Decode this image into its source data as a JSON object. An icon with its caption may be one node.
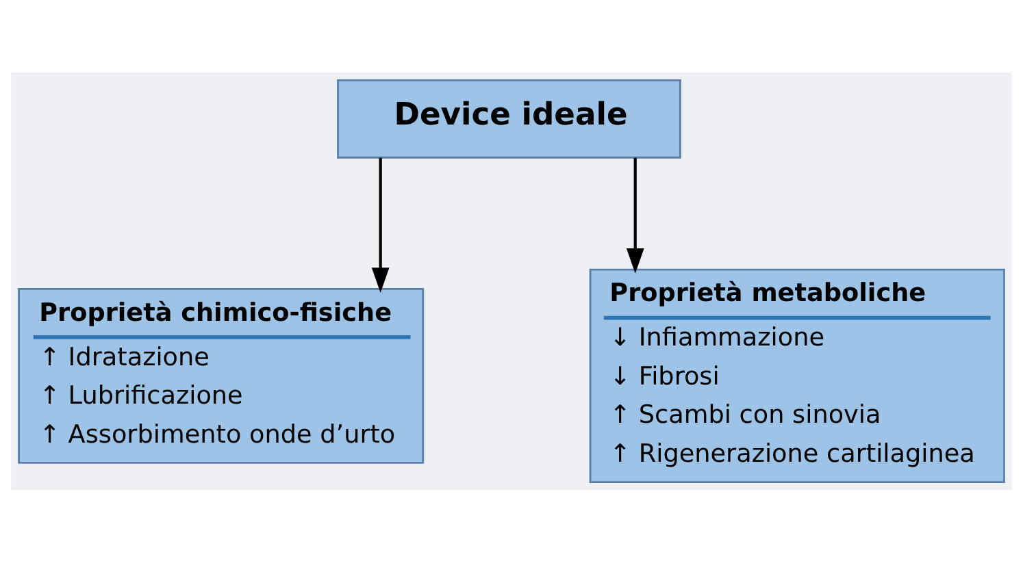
{
  "diagram": {
    "nodes": [
      {
        "text": [
          "Device ideale"
        ]
      },
      {
        "text": [
          "Proprietà chimico-fisiche",
          "↑ Idratazione",
          "↑ Lubrificazione",
          "↑ Assorbimento onde d’urto"
        ]
      },
      {
        "text": [
          "Proprietà metaboliche",
          "↓ Infiammazione",
          "↓ Fibrosi",
          "↑ Scambi con sinovia",
          "↑ Rigenerazione cartilaginea"
        ]
      }
    ],
    "edges": [
      {
        "from": 0,
        "to": 1,
        "arrow": "to"
      },
      {
        "from": 0,
        "to": 2,
        "arrow": "to"
      }
    ]
  }
}
